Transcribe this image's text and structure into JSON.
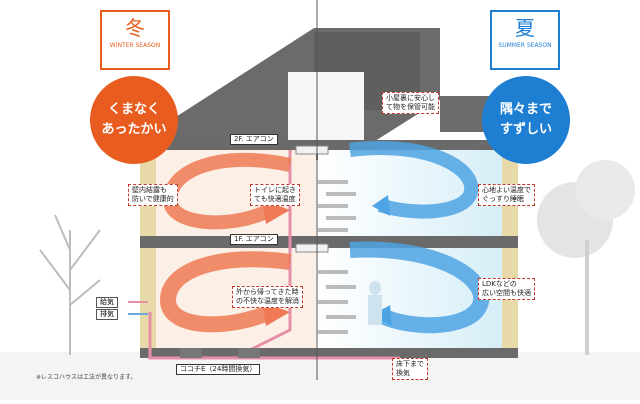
{
  "winter": {
    "kanji": "冬",
    "label": "WINTER SEASON",
    "slogan_line1": "くまなく",
    "slogan_line2": "あったかい",
    "color": "#e85d1f"
  },
  "summer": {
    "kanji": "夏",
    "label": "SUMMER SEASON",
    "slogan_line1": "隅々まで",
    "slogan_line2": "すずしい",
    "color": "#1e7fd2"
  },
  "ac_labels": {
    "second_floor": "2F. エアコン",
    "first_floor": "1F. エアコン"
  },
  "notes": {
    "attic": "小屋裏に安心し\nて物を保管可能",
    "wall": "壁内結露も\n防いで健康的",
    "toilet": "トイレに起き\nても快適温度",
    "sleep": "心地よい温度で\nぐっすり睡眠",
    "outside": "外から帰ってきた時\nの不快な温度を解消",
    "ldk": "LDKなどの\n広い空間も快適",
    "underfloor": "床下まで\n換気"
  },
  "ventilation": {
    "supply": "給気",
    "exhaust": "排気",
    "unit": "ココチE（24時間換気）"
  },
  "footnote": "※レスコハウスは工法が異なります。",
  "colors": {
    "warm": "#ef7a55",
    "cool": "#4da3e3",
    "wall": "#e8d9a8",
    "pipe": "#e68fa6"
  }
}
